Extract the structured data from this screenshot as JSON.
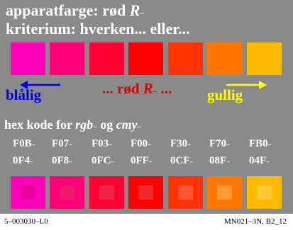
{
  "title": {
    "line1_prefix": "apparatfarge: rød ",
    "line1_italic": "R",
    "line1_sub": "–",
    "line2": "kriterium: hverken... eller..."
  },
  "swatches": [
    "#ff00bb",
    "#ff0077",
    "#ff0033",
    "#ff0000",
    "#ff3300",
    "#ff7700",
    "#ffbb00"
  ],
  "labels": {
    "left": "blålig",
    "center_prefix": "... rød ",
    "center_italic": "R",
    "center_sub": "–",
    "center_suffix": " ...",
    "right": "gullig"
  },
  "hex_header": {
    "prefix": "hex kode for ",
    "rgb": "rgb",
    "rgb_sub": "–",
    "mid": " og ",
    "cmy": "cmy",
    "cmy_sub": "–"
  },
  "hex_rgb": [
    "F0B",
    "F07",
    "F03",
    "F00",
    "F30",
    "F70",
    "FB0"
  ],
  "hex_cmy": [
    "0F4",
    "0F8",
    "0FC",
    "0FF",
    "0CF",
    "08F",
    "04F"
  ],
  "hex_sub": "–",
  "nested": [
    {
      "outer": "#ff00bb",
      "inner": "#e8009e"
    },
    {
      "outer": "#ff0077",
      "inner": "#ee1a6e"
    },
    {
      "outer": "#ff0033",
      "inner": "#ee2445"
    },
    {
      "outer": "#ff0000",
      "inner": "#f02a2a"
    },
    {
      "outer": "#ff3300",
      "inner": "#ff5533"
    },
    {
      "outer": "#ff7700",
      "inner": "#ff9933"
    },
    {
      "outer": "#ffbb00",
      "inner": "#ffc933"
    }
  ],
  "colors": {
    "panel": "#8a8a8a",
    "blue_label": "#0000ee",
    "red_label": "#dd0000",
    "yellow_label": "#ffff00"
  },
  "footer": {
    "left": "5–003030–L0",
    "right": "MN021–3N, B2_12"
  }
}
